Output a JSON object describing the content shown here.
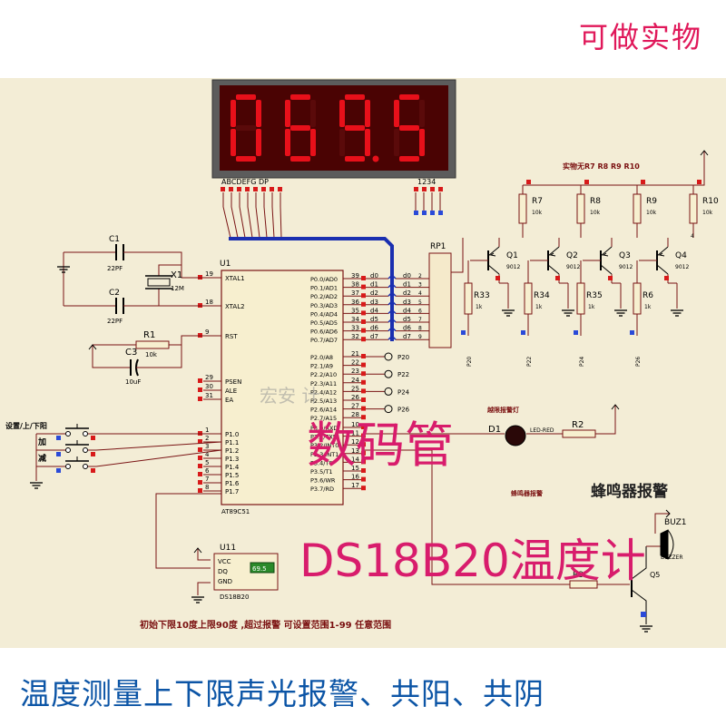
{
  "top_banner": {
    "text": "可做实物"
  },
  "bottom_banner": {
    "text": "温度测量上下限声光报警、共阳、共阴"
  },
  "overlay": {
    "digit_tube": "数码管",
    "sensor_title": "DS18B20温度计",
    "watermark": "宏安  计"
  },
  "display": {
    "digits": [
      "0",
      "6",
      "9",
      "5"
    ],
    "decimal_after": 3,
    "segment_label": "ABCDEFG DP",
    "digit_label": "1234",
    "digit_color": "#e8101a",
    "body_color": "#5c5c5c"
  },
  "mcu": {
    "ref": "U1",
    "part": "AT89C51",
    "left_pins": [
      {
        "num": "19",
        "name": "XTAL1"
      },
      {
        "num": "18",
        "name": "XTAL2"
      },
      {
        "num": "9",
        "name": "RST"
      },
      {
        "num": "29",
        "name": "PSEN"
      },
      {
        "num": "30",
        "name": "ALE"
      },
      {
        "num": "31",
        "name": "EA"
      },
      {
        "num": "1",
        "name": "P1.0"
      },
      {
        "num": "2",
        "name": "P1.1"
      },
      {
        "num": "3",
        "name": "P1.2"
      },
      {
        "num": "4",
        "name": "P1.3"
      },
      {
        "num": "5",
        "name": "P1.4"
      },
      {
        "num": "6",
        "name": "P1.5"
      },
      {
        "num": "7",
        "name": "P1.6"
      },
      {
        "num": "8",
        "name": "P1.7"
      }
    ],
    "right_pins": [
      {
        "num": "39",
        "name": "P0.0/AD0"
      },
      {
        "num": "38",
        "name": "P0.1/AD1"
      },
      {
        "num": "37",
        "name": "P0.2/AD2"
      },
      {
        "num": "36",
        "name": "P0.3/AD3"
      },
      {
        "num": "35",
        "name": "P0.4/AD4"
      },
      {
        "num": "34",
        "name": "P0.5/AD5"
      },
      {
        "num": "33",
        "name": "P0.6/AD6"
      },
      {
        "num": "32",
        "name": "P0.7/AD7"
      },
      {
        "num": "21",
        "name": "P2.0/A8"
      },
      {
        "num": "22",
        "name": "P2.1/A9"
      },
      {
        "num": "23",
        "name": "P2.2/A10"
      },
      {
        "num": "24",
        "name": "P2.3/A11"
      },
      {
        "num": "25",
        "name": "P2.4/A12"
      },
      {
        "num": "26",
        "name": "P2.5/A13"
      },
      {
        "num": "27",
        "name": "P2.6/A14"
      },
      {
        "num": "28",
        "name": "P2.7/A15"
      },
      {
        "num": "10",
        "name": "P3.0/RXD"
      },
      {
        "num": "11",
        "name": "P3.1/TXD"
      },
      {
        "num": "12",
        "name": "P3.2/INT0"
      },
      {
        "num": "13",
        "name": "P3.3/INT1"
      },
      {
        "num": "14",
        "name": "P3.4/T0"
      },
      {
        "num": "15",
        "name": "P3.5/T1"
      },
      {
        "num": "16",
        "name": "P3.6/WR"
      },
      {
        "num": "17",
        "name": "P3.7/RD"
      }
    ]
  },
  "bus_labels": [
    "d0",
    "d1",
    "d2",
    "d3",
    "d4",
    "d5",
    "d6",
    "d7"
  ],
  "p2_labels": [
    "P20",
    "P22",
    "P24",
    "P26"
  ],
  "network": {
    "ref": "RP1",
    "pin_numbers": [
      "2",
      "3",
      "4",
      "5",
      "6",
      "7",
      "8",
      "9"
    ]
  },
  "caps": {
    "c1": {
      "ref": "C1",
      "value": "22PF"
    },
    "c2": {
      "ref": "C2",
      "value": "22PF"
    },
    "c3": {
      "ref": "C3",
      "value": "10uF"
    }
  },
  "crystal": {
    "ref": "X1",
    "value": "12M"
  },
  "r1": {
    "ref": "R1",
    "value": "10k"
  },
  "keys": {
    "set": "设置/上/下阳",
    "add": "加",
    "sub": "减"
  },
  "transistors": [
    {
      "ref": "Q1",
      "part": "9012",
      "collector_r": "R7",
      "base_r": "R33",
      "port": "P20"
    },
    {
      "ref": "Q2",
      "part": "9012",
      "collector_r": "R8",
      "base_r": "R34",
      "port": "P22"
    },
    {
      "ref": "Q3",
      "part": "9012",
      "collector_r": "R9",
      "base_r": "R35",
      "port": "P24"
    },
    {
      "ref": "Q4",
      "part": "9012",
      "collector_r": "R10",
      "base_r": "R6",
      "port": "P26"
    }
  ],
  "res_value": "10k",
  "base_res_value": "1k",
  "pnp_note": "实物无R7 R8 R9 R10",
  "pin4": "4",
  "led": {
    "ref": "D1",
    "part": "LED-RED",
    "caption": "越限报警灯",
    "resistor": "R2"
  },
  "sensor": {
    "ref": "U11",
    "part": "DS18B20",
    "reading": "69.5",
    "pins": [
      "VCC",
      "DQ",
      "GND"
    ]
  },
  "buzzer": {
    "ref": "BUZ1",
    "part": "BUZZER",
    "caption": "蜂鸣器报警",
    "title": "蜂鸣器报警",
    "resistor": "R3",
    "transistor": "Q5"
  },
  "limits_note": "初始下限10度上限90度  ,超过报警  可设置范围1-99 任意范围",
  "colors": {
    "wire": "#7a1414",
    "bus": "#1a2fb0",
    "pin_red": "#d81a1a",
    "pin_blue": "#2a4ad8",
    "component": "#a03a2a"
  }
}
